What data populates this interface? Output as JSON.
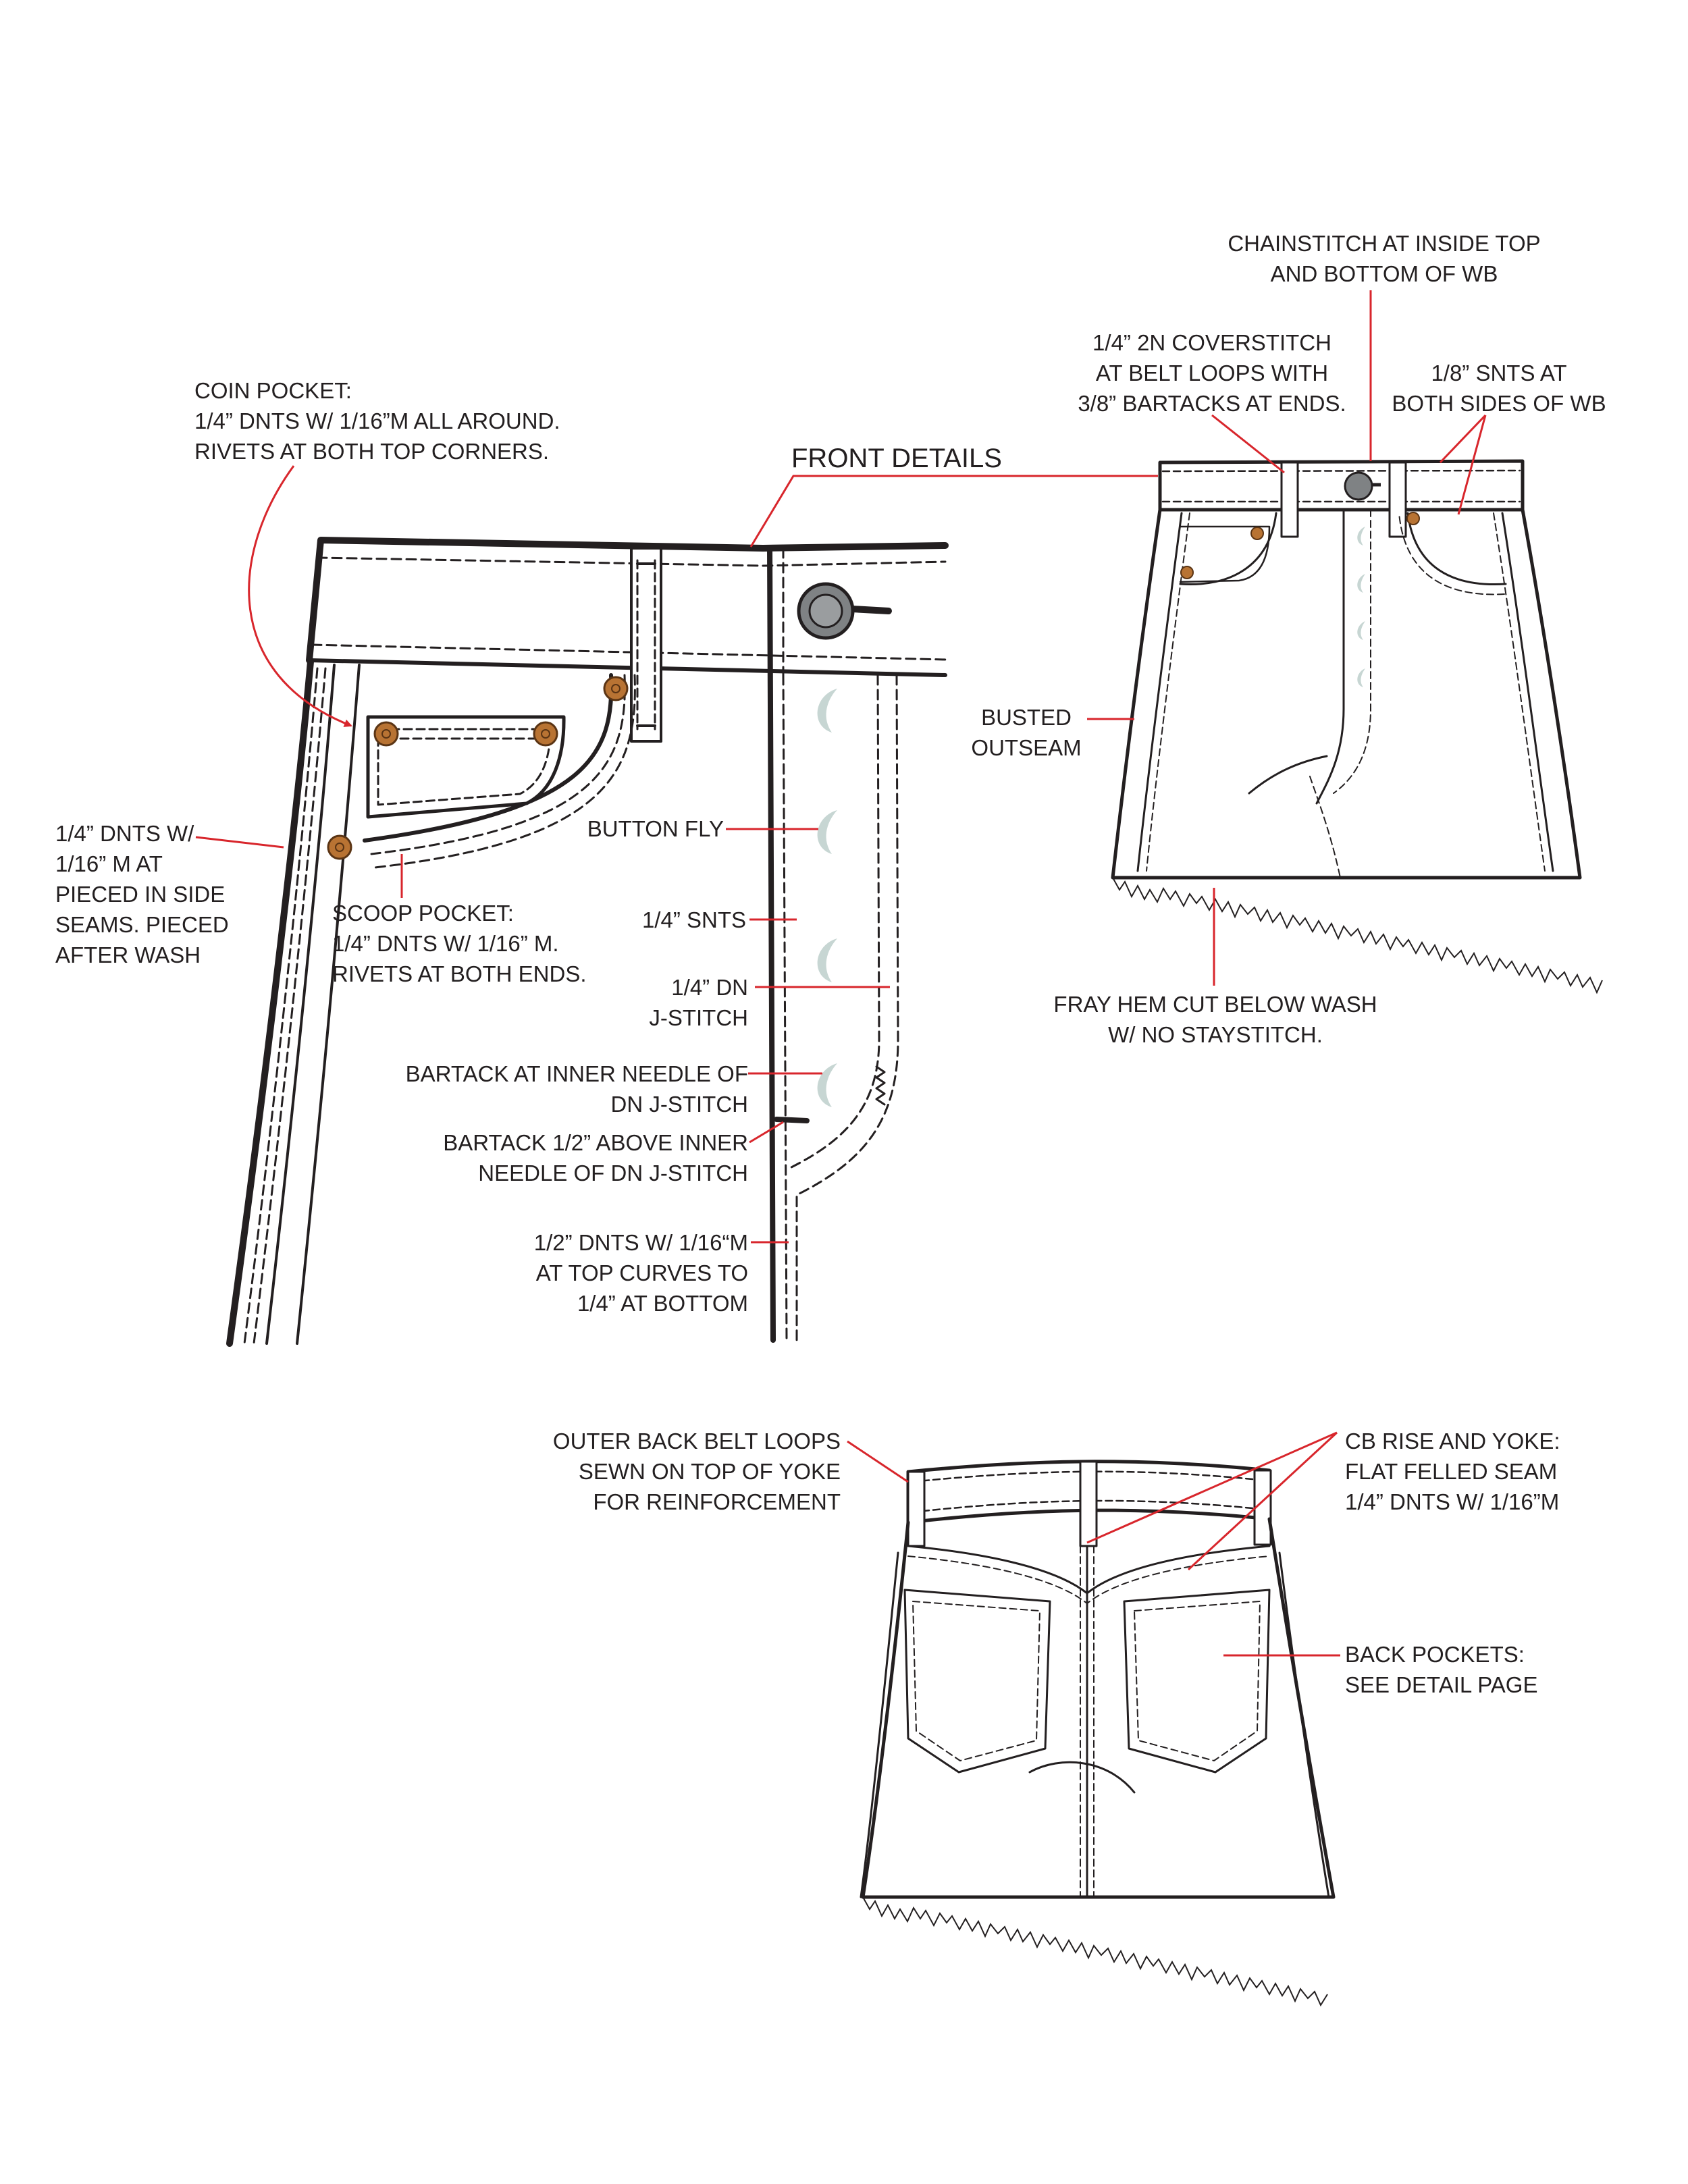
{
  "front_details_title": "FRONT DETAILS",
  "callouts": {
    "coin_pocket": [
      "COIN POCKET:",
      "1/4” DNTS W/ 1/16”M ALL AROUND.",
      "RIVETS AT BOTH TOP CORNERS."
    ],
    "side_seam": [
      "1/4” DNTS W/",
      "1/16” M AT",
      "PIECED IN SIDE",
      "SEAMS. PIECED",
      "AFTER WASH"
    ],
    "scoop_pocket": [
      "SCOOP POCKET:",
      "1/4” DNTS W/ 1/16” M.",
      "RIVETS AT BOTH ENDS."
    ],
    "button_fly": [
      "BUTTON FLY"
    ],
    "snts": [
      "1/4” SNTS"
    ],
    "dn_jstitch": [
      "1/4” DN",
      "J-STITCH"
    ],
    "bartack_inner": [
      "BARTACK AT INNER NEEDLE OF",
      "DN J-STITCH"
    ],
    "bartack_above": [
      "BARTACK 1/2” ABOVE INNER",
      "NEEDLE OF DN J-STITCH"
    ],
    "dnts_top_curves": [
      "1/2” DNTS W/ 1/16“M",
      "AT TOP CURVES TO",
      "1/4” AT BOTTOM"
    ],
    "chainstitch": [
      "CHAINSTITCH AT INSIDE TOP",
      "AND BOTTOM OF WB"
    ],
    "coverstitch": [
      "1/4” 2N COVERSTITCH",
      "AT BELT LOOPS WITH",
      "3/8” BARTACKS AT ENDS."
    ],
    "snts_wb": [
      "1/8” SNTS AT",
      "BOTH SIDES OF WB"
    ],
    "busted_outseam": [
      "BUSTED",
      "OUTSEAM"
    ],
    "fray_hem": [
      "FRAY HEM CUT BELOW WASH",
      "W/ NO STAYSTITCH."
    ],
    "back_belt_loops": [
      "OUTER BACK BELT LOOPS",
      "SEWN ON TOP OF YOKE",
      "FOR REINFORCEMENT"
    ],
    "cb_rise": [
      "CB RISE AND YOKE:",
      "FLAT FELLED SEAM",
      "1/4” DNTS W/ 1/16”M"
    ],
    "back_pockets": [
      "BACK POCKETS:",
      "SEE DETAIL PAGE"
    ]
  },
  "colors": {
    "line": "#231f20",
    "leader": "#d8262c",
    "rivet": "#b87333",
    "rivet_ring": "#5a3414",
    "button": "#7f8284",
    "fly_button": "#c7d6d3",
    "paper": "#ffffff"
  }
}
